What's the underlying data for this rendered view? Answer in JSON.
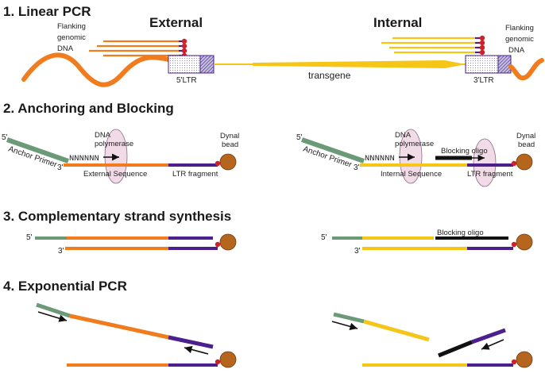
{
  "sections": {
    "s1": "1. Linear PCR",
    "s2": "2. Anchoring and Blocking",
    "s3": "3. Complementary strand synthesis",
    "s4": "4. Exponential PCR"
  },
  "linear_pcr": {
    "external": "External",
    "internal": "Internal",
    "flank_left": [
      "Flanking",
      "genomic",
      "DNA"
    ],
    "flank_right": [
      "Flanking",
      "genomic",
      "DNA"
    ],
    "ltr5": "5'LTR",
    "ltr3": "3'LTR",
    "transgene": "transgene"
  },
  "anchoring": {
    "five_prime": "5'",
    "three_prime": "3'",
    "anchor_primer": "Anchor Primer",
    "nnn": "NNNNNN",
    "dna_polymerase": [
      "DNA",
      "polymerase"
    ],
    "dynal_bead": [
      "Dynal",
      "bead"
    ],
    "external_sequence": "External Sequence",
    "internal_sequence": "Internal Sequence",
    "ltr_fragment": "LTR fragment",
    "blocking_oligo": "Blocking oligo"
  },
  "complementary": {
    "five_prime": "5'",
    "three_prime": "3'",
    "blocking_oligo": "Blocking oligo"
  },
  "colors": {
    "orange": "#f07c1e",
    "yellow": "#f5c518",
    "purple": "#4b1f8c",
    "green": "#6a9a78",
    "bead": "#b5651d",
    "red": "#d0202a",
    "ellipse": "#f1dbe6"
  }
}
